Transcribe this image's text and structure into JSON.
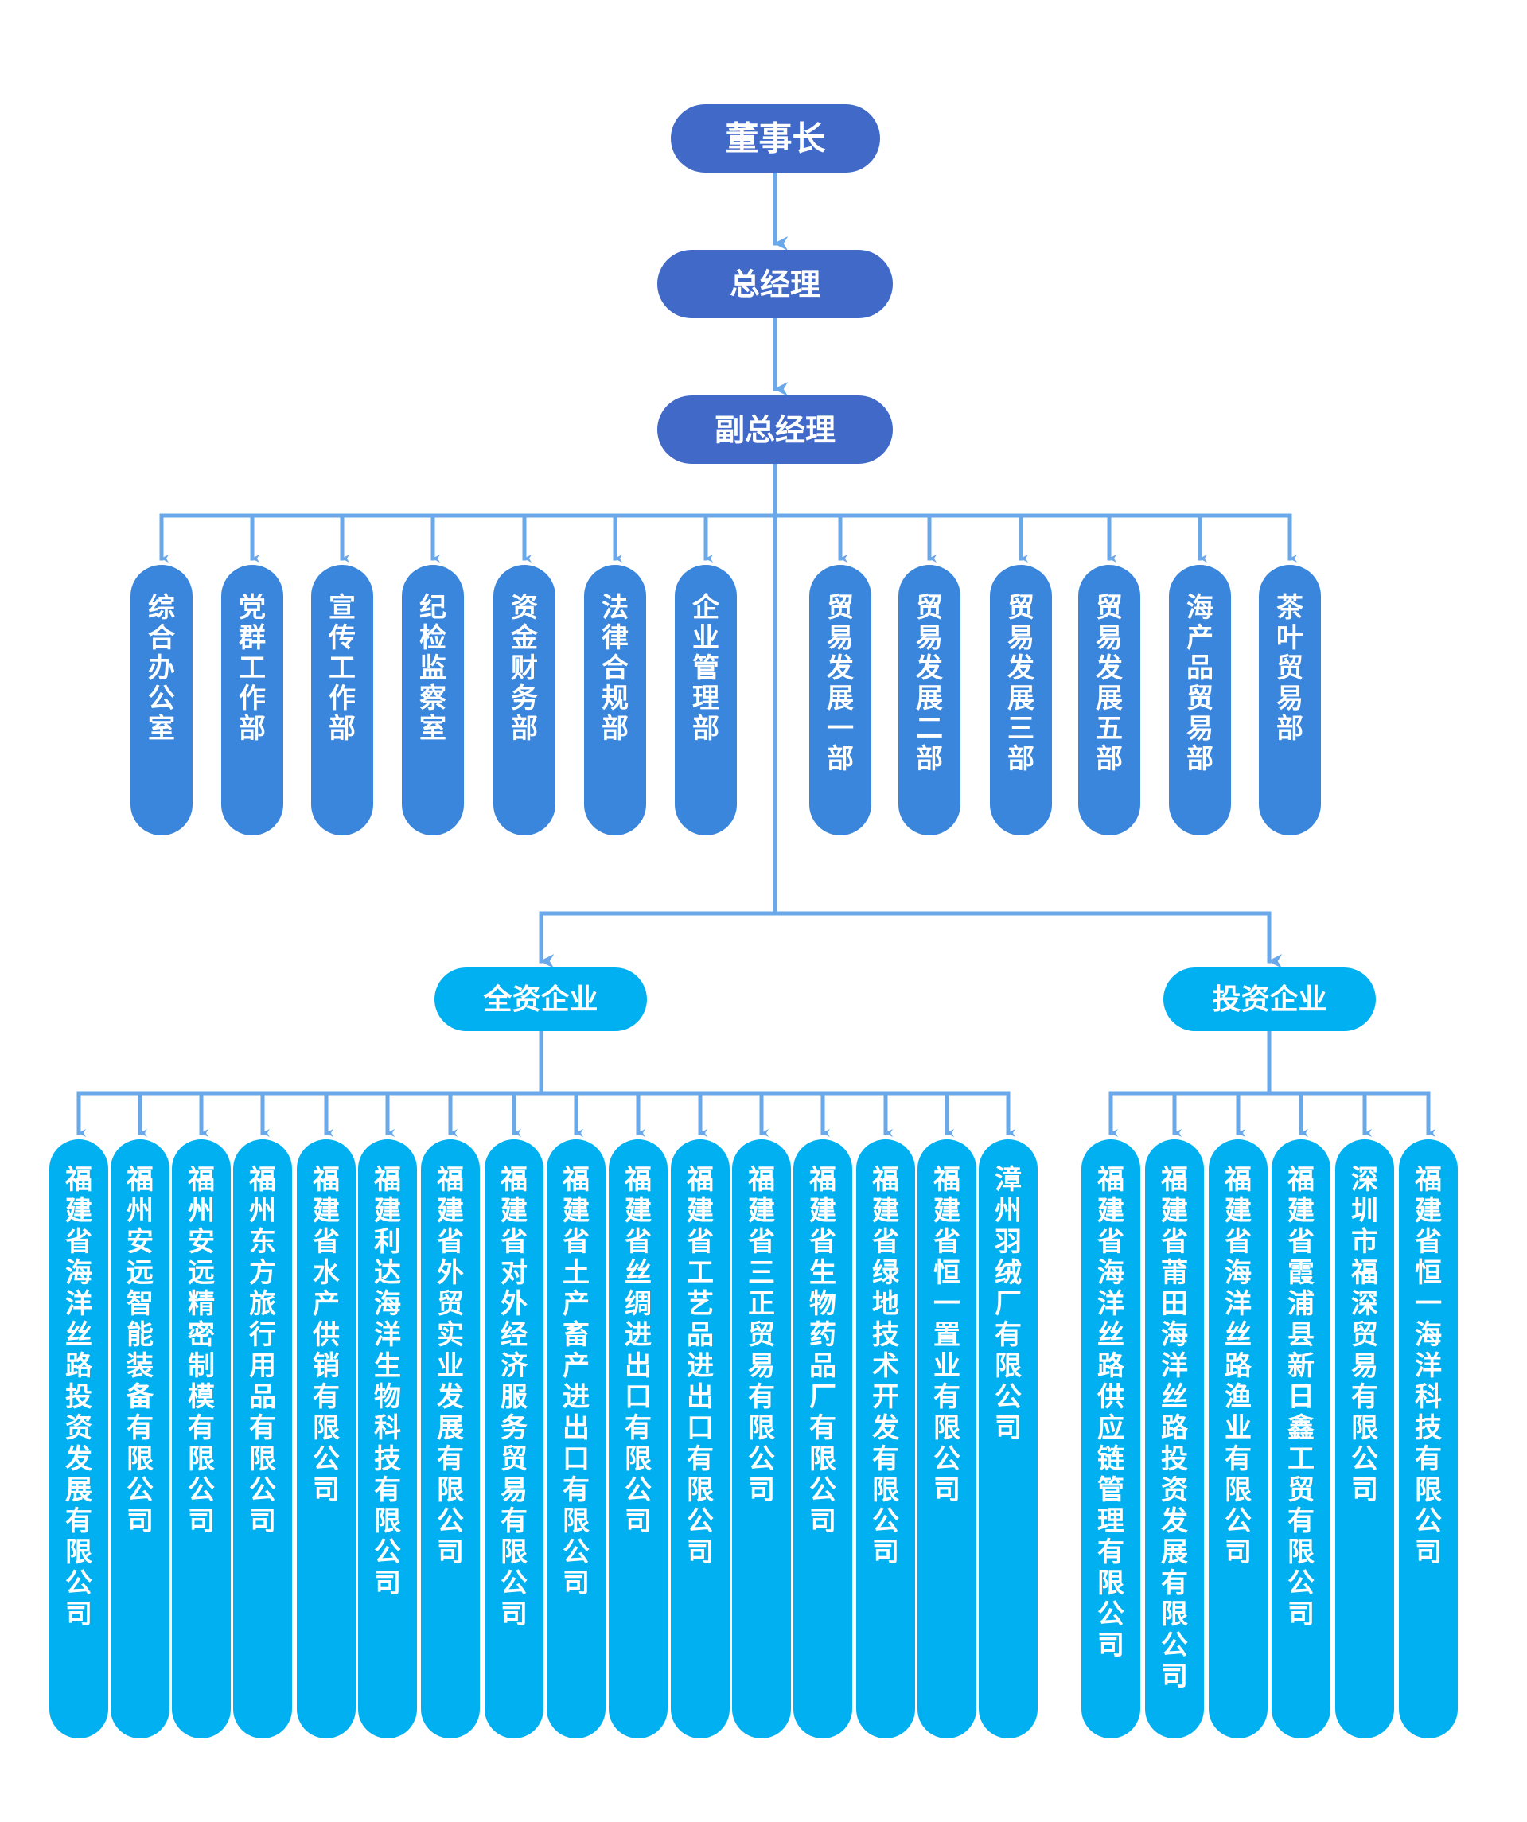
{
  "colors": {
    "line": "#6aa8ea",
    "exec": "#4169c7",
    "dept": "#3a86dc",
    "company": "#00b0f0"
  },
  "chairman": "董事长",
  "general_manager": "总经理",
  "deputy_general_manager": "副总经理",
  "departments": [
    "综合办公室",
    "党群工作部",
    "宣传工作部",
    "纪检监察室",
    "资金财务部",
    "法律合规部",
    "企业管理部",
    "贸易发展一部",
    "贸易发展二部",
    "贸易发展三部",
    "贸易发展五部",
    "海产品贸易部",
    "茶叶贸易部"
  ],
  "wholly_owned": {
    "label": "全资企业",
    "companies": [
      "福建省海洋丝路投资发展有限公司",
      "福州安远智能装备有限公司",
      "福州安远精密制模有限公司",
      "福州东方旅行用品有限公司",
      "福建省水产供销有限公司",
      "福建利达海洋生物科技有限公司",
      "福建省外贸实业发展有限公司",
      "福建省对外经济服务贸易有限公司",
      "福建省土产畜产进出口有限公司",
      "福建省丝绸进出口有限公司",
      "福建省工艺品进出口有限公司",
      "福建省三正贸易有限公司",
      "福建省生物药品厂有限公司",
      "福建省绿地技术开发有限公司",
      "福建省恒一置业有限公司",
      "漳州羽绒厂有限公司"
    ]
  },
  "invested": {
    "label": "投资企业",
    "companies": [
      "福建省海洋丝路供应链管理有限公司",
      "福建省莆田海洋丝路投资发展有限公司",
      "福建省海洋丝路渔业有限公司",
      "福建省霞浦县新日鑫工贸有限公司",
      "深圳市福深贸易有限公司",
      "福建省恒一海洋科技有限公司"
    ]
  }
}
